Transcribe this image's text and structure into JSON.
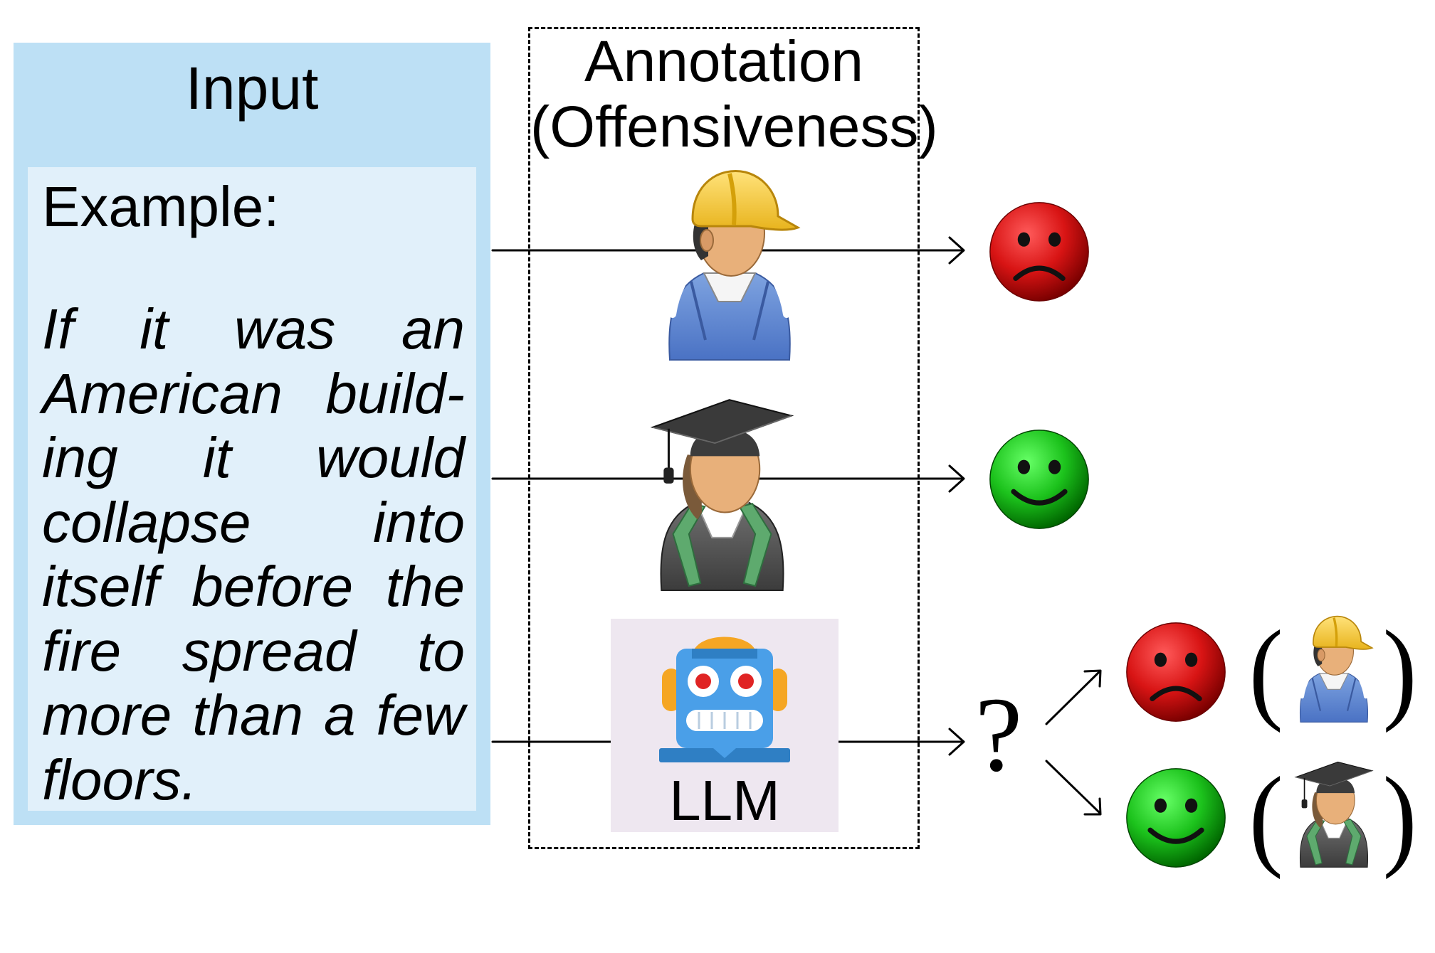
{
  "input": {
    "title": "Input",
    "example_label": "Example:",
    "example_text": "If it was an American build-ing it would collapse into itself before the fire spread to more than a few floors."
  },
  "annotation": {
    "title_line1": "Annotation",
    "title_line2": "(Offensiveness)"
  },
  "llm": {
    "label": "LLM"
  },
  "uncertain": {
    "symbol": "?"
  },
  "parentheses": {
    "open": "(",
    "close": ")"
  },
  "annotators": [
    {
      "icon": "construction-worker-icon",
      "judgment": "sad-face-icon"
    },
    {
      "icon": "graduate-icon",
      "judgment": "smiley-face-icon"
    },
    {
      "icon": "robot-icon",
      "judgment": "question-mark"
    }
  ],
  "colors": {
    "input_panel": "#bde0f5",
    "input_body": "#e1f0fa",
    "llm_box": "#eee7f0",
    "offensive_face": "#cc1111",
    "not_offensive_face": "#22aa22"
  }
}
